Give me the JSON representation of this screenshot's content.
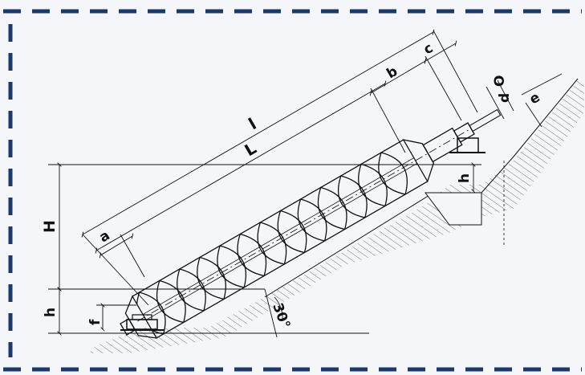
{
  "labels": {
    "a": "a",
    "b": "b",
    "c": "c",
    "d": "d",
    "e": "e",
    "f": "f",
    "h_lower": "h",
    "h_upper": "h",
    "H": "H",
    "L": "L",
    "l": "l",
    "angle": "30°",
    "od_symbol": "O"
  },
  "colors": {
    "border": "#1b3a6b",
    "background": "#f4f6fa",
    "drawing": "#111111"
  }
}
